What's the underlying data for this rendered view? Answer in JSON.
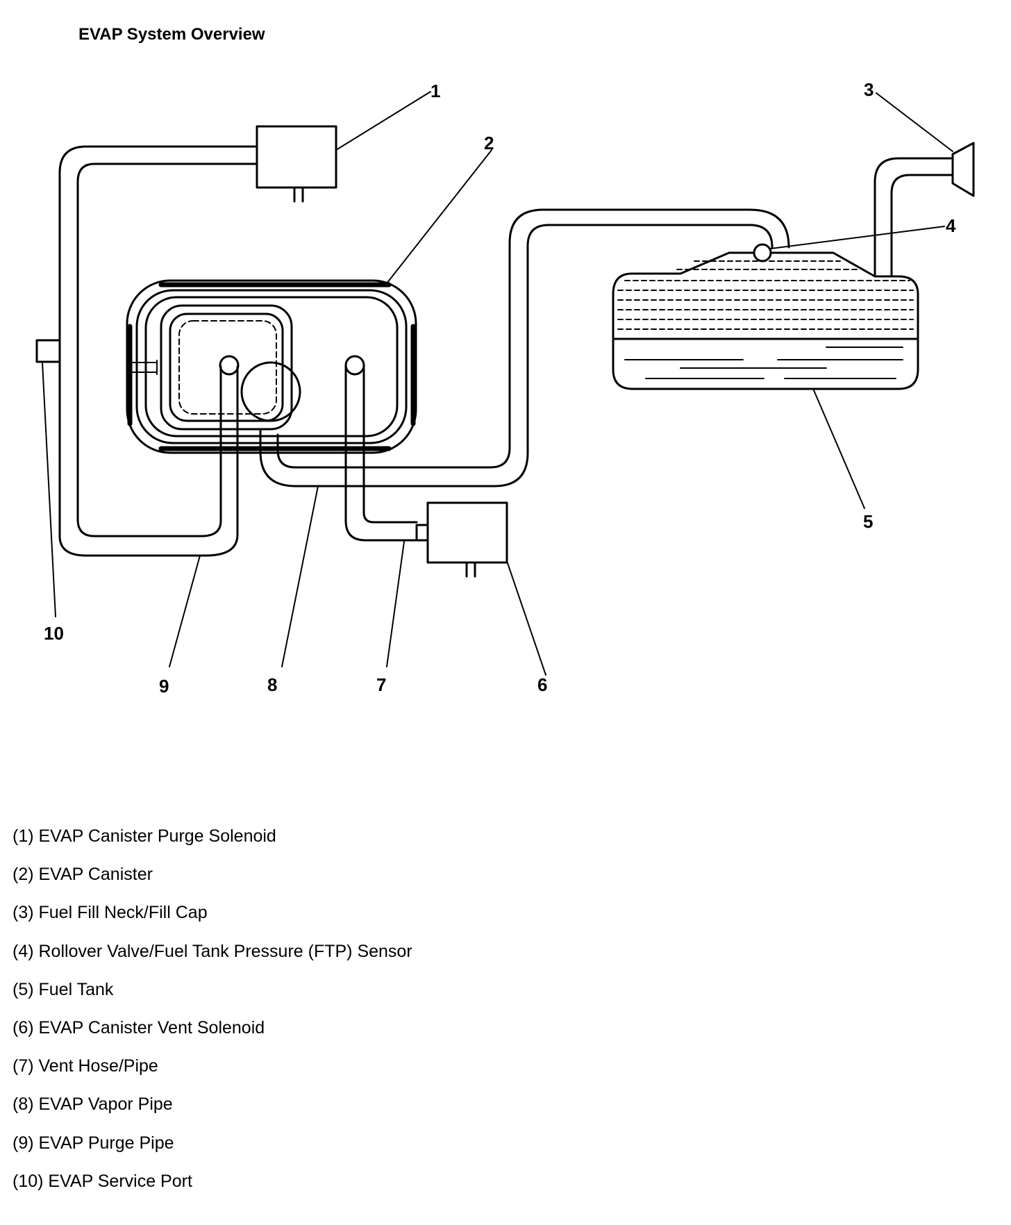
{
  "title": "EVAP System Overview",
  "callouts": [
    "1",
    "2",
    "3",
    "4",
    "5",
    "6",
    "7",
    "8",
    "9",
    "10"
  ],
  "legend": [
    "(1) EVAP Canister Purge Solenoid",
    "(2) EVAP Canister",
    "(3) Fuel Fill Neck/Fill Cap",
    "(4) Rollover Valve/Fuel Tank Pressure (FTP) Sensor",
    "(5) Fuel Tank",
    "(6) EVAP Canister Vent Solenoid",
    "(7) Vent Hose/Pipe",
    "(8) EVAP Vapor Pipe",
    "(9) EVAP Purge Pipe",
    "(10) EVAP Service Port"
  ]
}
